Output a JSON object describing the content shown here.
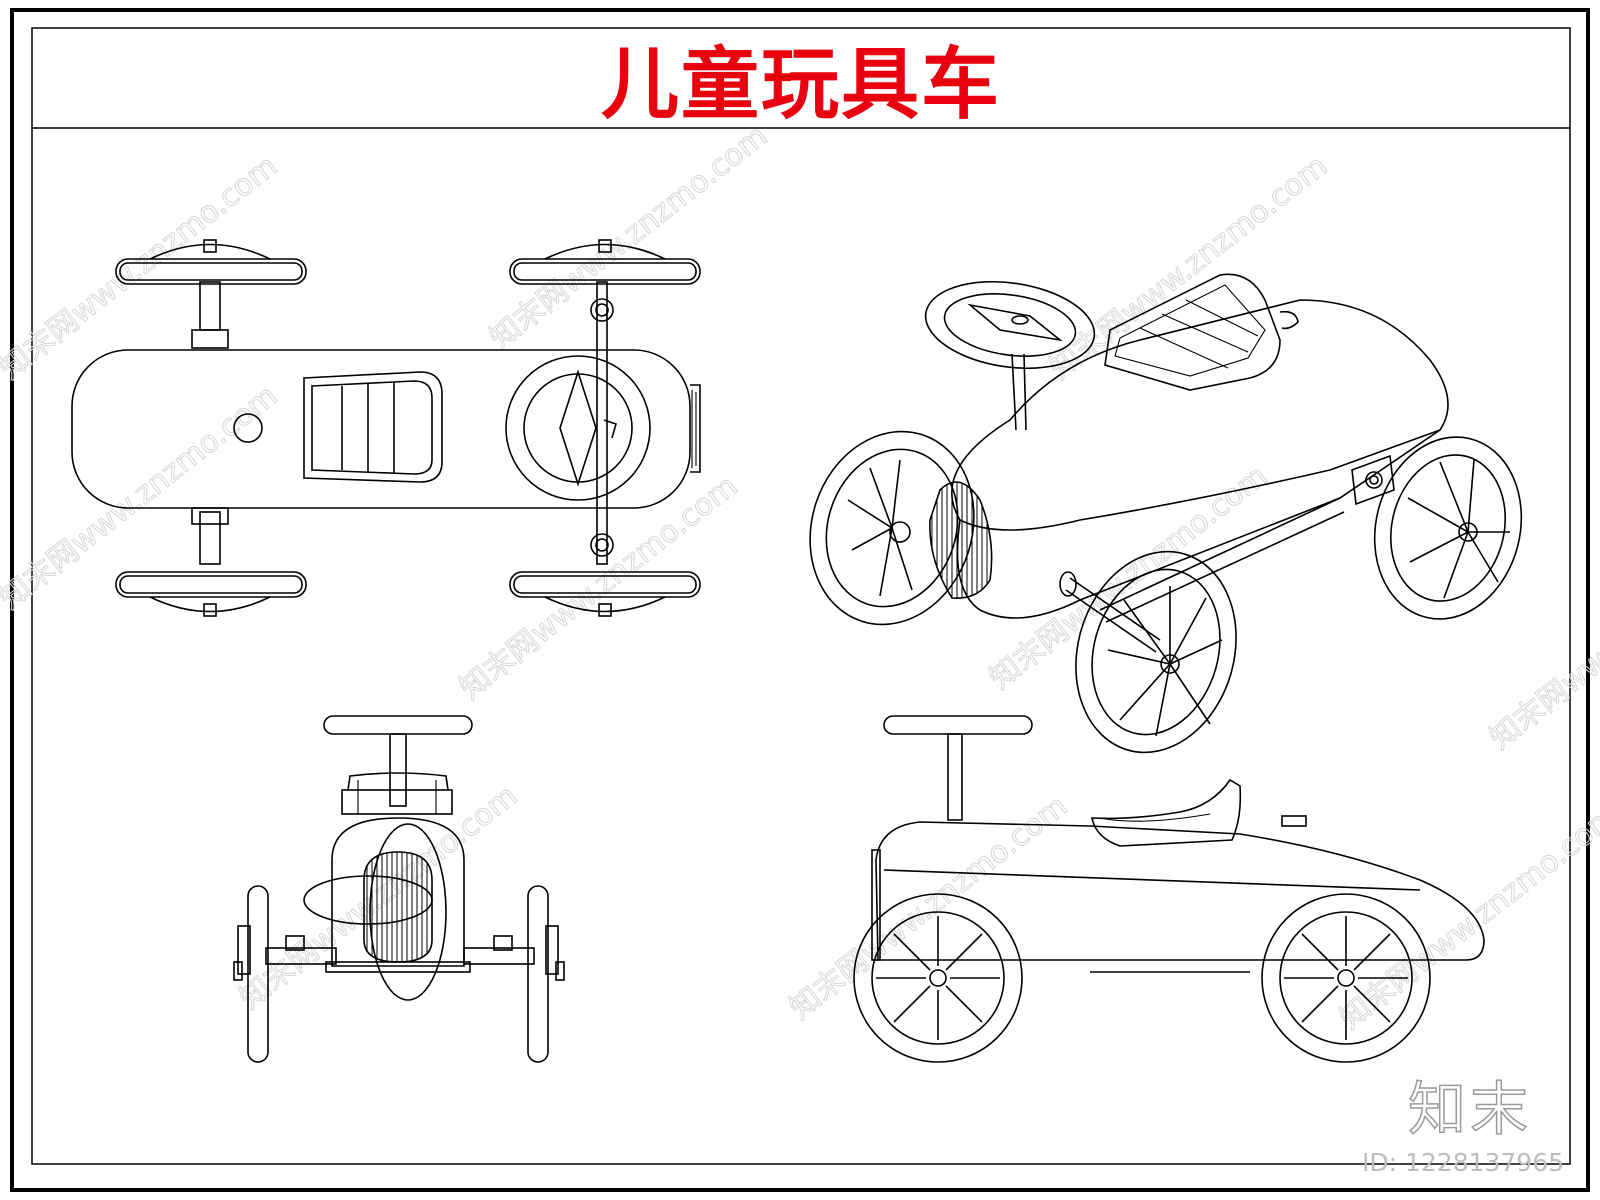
{
  "title": "儿童玩具车",
  "brand_watermark": "知末",
  "image_id": "ID: 1228137965",
  "colors": {
    "title": "#e8000f",
    "lines": "#000000",
    "watermark": "#d6d6d6",
    "background": "#ffffff"
  },
  "views": [
    {
      "name": "top-view"
    },
    {
      "name": "perspective-view"
    },
    {
      "name": "front-view"
    },
    {
      "name": "side-view"
    }
  ]
}
